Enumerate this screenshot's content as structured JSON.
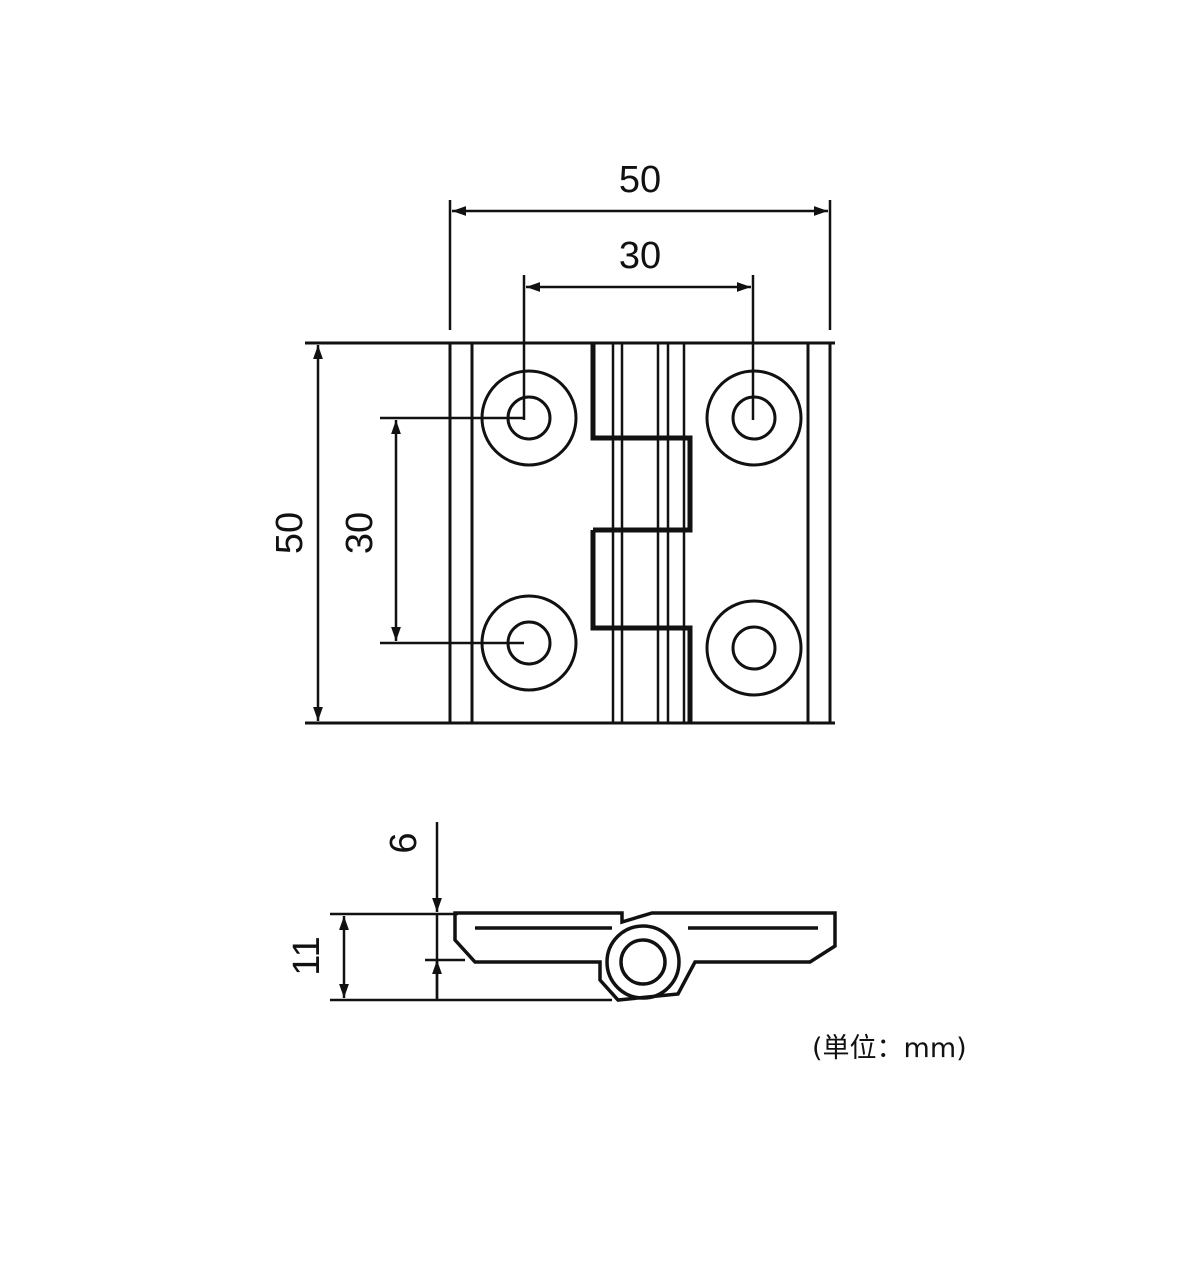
{
  "colors": {
    "ink": "#111111",
    "background": "#ffffff"
  },
  "front_view": {
    "overall_width_label": "50",
    "hole_pitch_width_label": "30",
    "overall_height_label": "50",
    "hole_pitch_height_label": "30"
  },
  "side_view": {
    "plate_thickness_label": "6",
    "total_thickness_label": "11"
  },
  "unit_note": "(単位：mm)"
}
